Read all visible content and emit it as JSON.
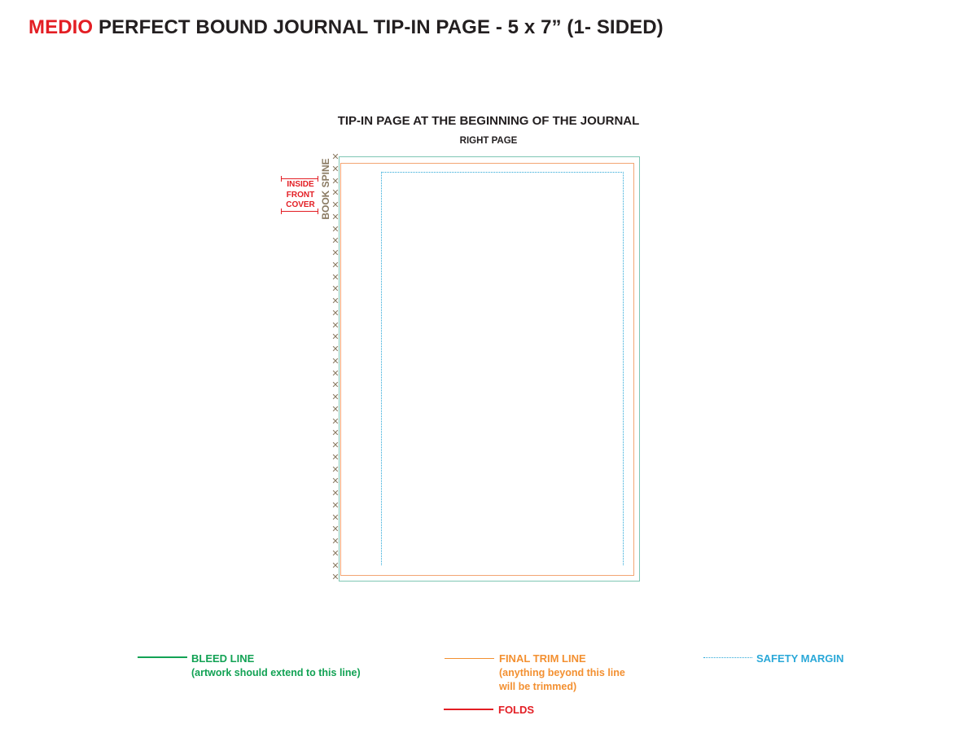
{
  "header": {
    "brand": "MEDIO",
    "title": " PERFECT BOUND JOURNAL TIP-IN PAGE - 5 x 7” (1- SIDED)"
  },
  "diagram": {
    "heading": "TIP-IN PAGE AT THE BEGINNING OF THE JOURNAL",
    "page_label": "RIGHT PAGE",
    "spine_label": "BOOK SPINE",
    "spine_mark": "✕",
    "spine_mark_count": 36,
    "cover_label_lines": [
      "INSIDE",
      "FRONT",
      "COVER"
    ]
  },
  "legend": {
    "bleed": {
      "label": "BLEED LINE",
      "note": "(artwork should extend to this line)",
      "color": "#12a254"
    },
    "trim": {
      "label": "FINAL TRIM LINE",
      "note_lines": [
        "(anything beyond this line",
        "will be trimmed)"
      ],
      "color": "#f39031"
    },
    "safety": {
      "label": "SAFETY MARGIN",
      "color": "#2aa8d8"
    },
    "folds": {
      "label": "FOLDS",
      "color": "#e31e24"
    }
  }
}
